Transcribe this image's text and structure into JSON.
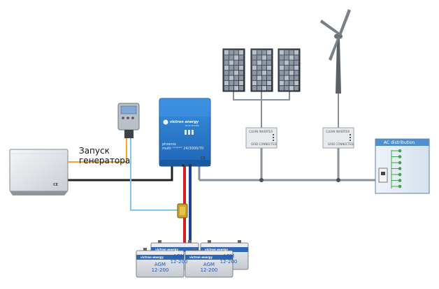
{
  "labels": {
    "generator_start_line1": "Запуск",
    "generator_start_line2": "генератора",
    "ce_mark": "CE"
  },
  "inverter": {
    "brand": "victron energy",
    "brand_sub": "BLUE POWER",
    "model_line1": "phoenix",
    "model_line2": "multi ᶜᵒᵐᵖᵃᶜᵗ 24/3000/70"
  },
  "grid_inverters": [
    {
      "top": "CLEAN INVERTER",
      "bottom": "GRID CONNECTED"
    },
    {
      "top": "CLEAN INVERTER",
      "bottom": "GRID CONNECTED"
    }
  ],
  "ac_distribution": {
    "title": "AC distribution"
  },
  "batteries": [
    {
      "brand": "victron energy",
      "type": "AGM",
      "capacity": "12-200"
    },
    {
      "brand": "victron energy",
      "type": "AGM",
      "capacity": "12-200"
    },
    {
      "brand": "victron energy",
      "type": "AGM",
      "capacity": "12-200"
    },
    {
      "brand": "victron energy",
      "type": "AGM",
      "capacity": "12-200"
    }
  ],
  "colors": {
    "inverter_blue": "#2f7fd0",
    "wire_black": "#222222",
    "wire_grey": "#8a9099",
    "wire_orange": "#f5a623",
    "wire_lightblue": "#7cc6ef",
    "wire_red": "#d42020",
    "wire_darkblue": "#1b3f9a",
    "ac_panel_blue": "#4f8fce",
    "breaker_green": "#3fa34d"
  }
}
